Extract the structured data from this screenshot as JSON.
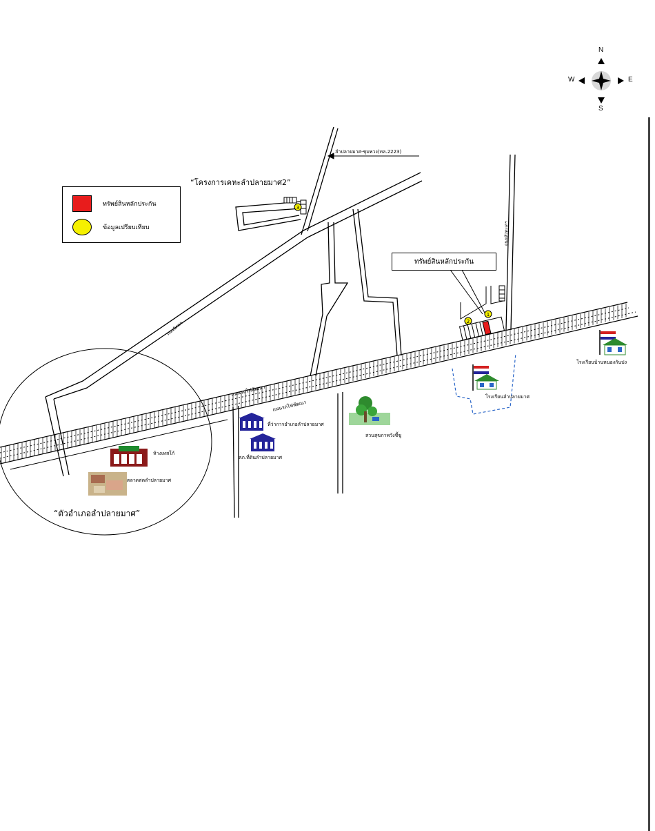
{
  "compass": {
    "n": "N",
    "s": "S",
    "e": "E",
    "w": "W"
  },
  "legend": {
    "collateral_label": "ทรัพย์สินหลักประกัน",
    "comparison_label": "ข้อมูลเปรียบเทียบ",
    "collateral_color": "#e81c1c",
    "comparison_color": "#f5f000"
  },
  "callout": {
    "label": "ทรัพย์สินหลักประกัน"
  },
  "labels": {
    "project": "“โครงการเคหะลำปลายมาศ2”",
    "district_center": "“ตัวอำเภอลำปลายมาศ”",
    "highway": "ลำปลายมาศ-ชุมพวง(ทล.2223)",
    "road_ngan_nikom": "ถนนนิคมฯ",
    "road_railway_1": "ถนนรถไฟพัฒนา",
    "road_railway_2": "ถนนรถไฟพัฒนา",
    "road_east": "ถนนหัวทะเลฯ",
    "dept_store": "ห้างเทสโก้",
    "market": "ตลาดสดลำปลายมาศ",
    "district_office": "ที่ว่าการอำเภอลำปลายมาศ",
    "police": "สภ.ที่ดินลำปลายมาศ",
    "park": "สวนสุขภาพวังชี้ชู",
    "school": "โรงเรียนลำปลายมาศ",
    "school_2": "โรงเรียนบ้านหนองกันปง"
  },
  "markers": {
    "m1": "1",
    "m2": "2",
    "m3": "3"
  },
  "colors": {
    "railway": "#000000",
    "school_zone": "#2a66c8",
    "building_blue": "#24249a",
    "flag_red": "#d42020"
  }
}
